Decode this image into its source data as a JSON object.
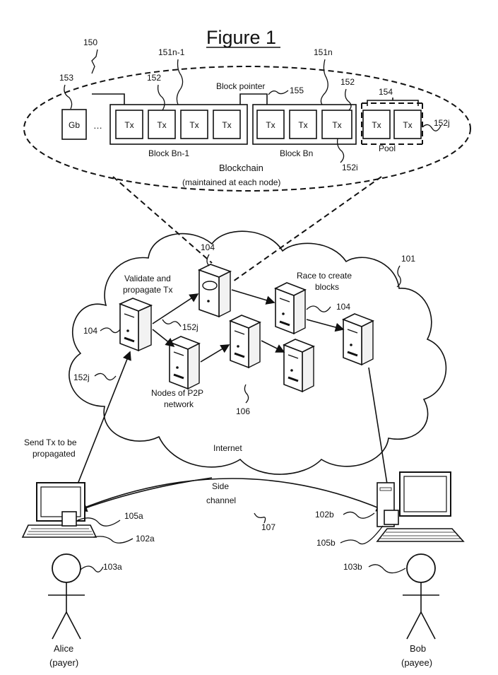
{
  "figure": {
    "title": "Figure 1",
    "ref_blockchain": "150",
    "ref_genesis": "153",
    "ref_block_prev": "151n-1",
    "ref_block_cur": "151n",
    "ref_tx_a": "152",
    "ref_tx_b": "152",
    "ref_pointer": "155",
    "ref_pool": "154",
    "ref_tx_j_pool": "152j",
    "ref_tx_i": "152i",
    "genesis_label": "Gb",
    "ellipsis": "…",
    "tx_label": "Tx",
    "block_prev_label": "Block Bn-1",
    "block_cur_label": "Block Bn",
    "pool_label": "Pool",
    "pointer_label": "Block pointer",
    "blockchain_label": "Blockchain",
    "blockchain_sub": "(maintained at each node)",
    "ref_network": "101",
    "ref_node_top": "104",
    "ref_node_left": "104",
    "ref_node_right": "104",
    "validate_line1": "Validate and",
    "validate_line2": "propagate Tx",
    "race_line1": "Race to create",
    "race_line2": "blocks",
    "ref_152j_mid": "152j",
    "ref_152j_left": "152j",
    "nodes_line1": "Nodes of P2P",
    "nodes_line2": "network",
    "ref_p2p": "106",
    "internet_label": "Internet",
    "send_line1": "Send Tx to be",
    "send_line2": "propagated",
    "side_line1": "Side",
    "side_line2": "channel",
    "ref_side": "107",
    "ref_105a": "105a",
    "ref_102a": "102a",
    "ref_103a": "103a",
    "ref_102b": "102b",
    "ref_105b": "105b",
    "ref_103b": "103b",
    "alice_name": "Alice",
    "alice_role": "(payer)",
    "bob_name": "Bob",
    "bob_role": "(payee)"
  }
}
